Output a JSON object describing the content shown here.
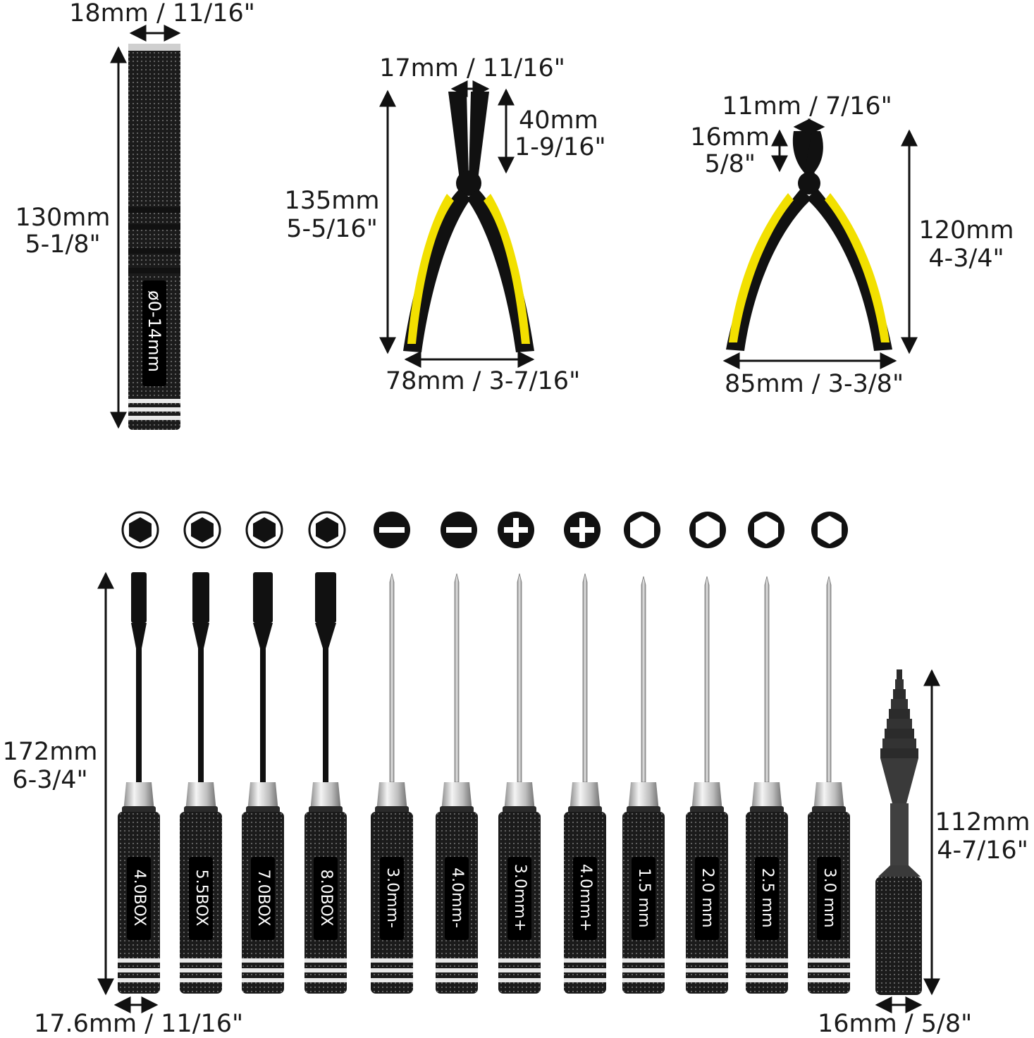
{
  "colors": {
    "metal": "#1b1b1b",
    "silver": "#d9d9d9",
    "yellow": "#f2e000",
    "label_text": "#ffffff",
    "arrow": "#111111"
  },
  "reamer": {
    "width_label": "18mm / 11/16\"",
    "length_label_mm": "130mm",
    "length_label_in": "5-1/8\"",
    "handle_text": "ø0-14mm"
  },
  "long_nose_pliers": {
    "tip_width_label": "17mm / 11/16\"",
    "jaw_length_mm": "40mm",
    "jaw_length_in": "1-9/16\"",
    "length_mm": "135mm",
    "length_in": "5-5/16\"",
    "width_label": "78mm / 3-7/16\""
  },
  "cutter_pliers": {
    "tip_width_label": "11mm / 7/16\"",
    "jaw_length_mm": "16mm",
    "jaw_length_in": "5/8\"",
    "length_mm": "120mm",
    "length_in": "4-3/4\"",
    "width_label": "85mm / 3-3/8\""
  },
  "drivers": {
    "length_mm": "172mm",
    "length_in": "6-3/4\"",
    "handle_width_label": "17.6mm / 11/16\"",
    "items": [
      {
        "tip": "hex-socket",
        "label": "4.0BOX"
      },
      {
        "tip": "hex-socket",
        "label": "5.5BOX"
      },
      {
        "tip": "hex-socket",
        "label": "7.0BOX"
      },
      {
        "tip": "hex-socket",
        "label": "8.0BOX"
      },
      {
        "tip": "flat",
        "label": "3.0mm-"
      },
      {
        "tip": "flat",
        "label": "4.0mm-"
      },
      {
        "tip": "phillips",
        "label": "3.0mm+"
      },
      {
        "tip": "phillips",
        "label": "4.0mm+"
      },
      {
        "tip": "hex-key",
        "label": "1.5 mm"
      },
      {
        "tip": "hex-key",
        "label": "2.0 mm"
      },
      {
        "tip": "hex-key",
        "label": "2.5 mm"
      },
      {
        "tip": "hex-key",
        "label": "3.0 mm"
      }
    ]
  },
  "step_drill": {
    "length_mm": "112mm",
    "length_in": "4-7/16\"",
    "width_label": "16mm / 5/8\""
  }
}
